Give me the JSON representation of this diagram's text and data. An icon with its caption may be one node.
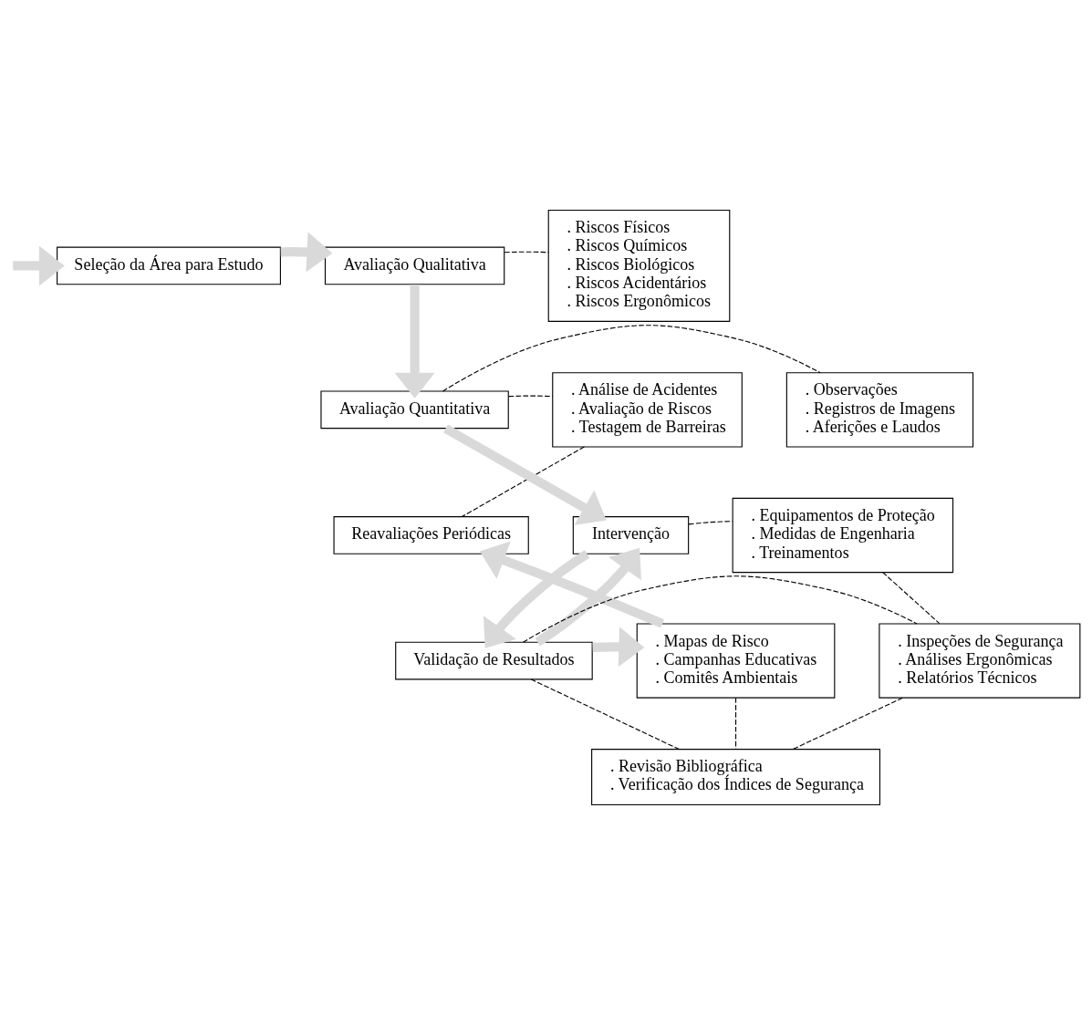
{
  "diagram": {
    "nodes": [
      {
        "text": [
          "Seleção da Área para Estudo"
        ]
      },
      {
        "text": [
          "Avaliação Qualitativa"
        ]
      },
      {
        "text": [
          ". Riscos Físicos",
          ". Riscos Químicos",
          ". Riscos Biológicos",
          ". Riscos Acidentários",
          ". Riscos Ergonômicos"
        ]
      },
      {
        "text": [
          ". Análise de Acidentes",
          ". Avaliação de Riscos",
          ". Testagem de Barreiras"
        ]
      },
      {
        "text": [
          "Avaliação Quantitativa"
        ]
      },
      {
        "text": [
          ". Observações",
          ". Registros de Imagens",
          ". Aferições e Laudos"
        ]
      },
      {
        "text": [
          "Intervenção"
        ]
      },
      {
        "text": [
          "Reavaliações Periódicas"
        ]
      },
      {
        "text": [
          ". Equipamentos de Proteção",
          ". Medidas de Engenharia",
          ". Treinamentos"
        ]
      },
      {
        "text": [
          ". Mapas de Risco",
          ". Campanhas Educativas",
          ". Comitês Ambientais"
        ]
      },
      {
        "text": [
          "Validação de Resultados"
        ]
      },
      {
        "text": [
          ". Inspeções de Segurança",
          ". Análises Ergonômicas",
          ". Relatórios Técnicos"
        ]
      },
      {
        "text": [
          ". Revisão Bibliográfica",
          ". Verificação dos Índices de Segurança"
        ]
      }
    ],
    "edges": [
      {
        "from": null,
        "to": 0,
        "arrow": "to",
        "style": "thick",
        "color": "#d9d9d9"
      },
      {
        "from": 0,
        "to": 1,
        "arrow": "to",
        "style": "thick",
        "color": "#d9d9d9"
      },
      {
        "from": 1,
        "to": 2,
        "arrow": "none",
        "style": "dashed"
      },
      {
        "from": 1,
        "to": 4,
        "arrow": "to",
        "style": "thick",
        "color": "#d9d9d9"
      },
      {
        "from": 4,
        "to": 3,
        "arrow": "none",
        "style": "dashed"
      },
      {
        "from": 4,
        "to": 5,
        "arrow": "none",
        "style": "dashed"
      },
      {
        "from": 4,
        "to": 6,
        "arrow": "to",
        "style": "thick",
        "color": "#d9d9d9"
      },
      {
        "from": 3,
        "to": 7,
        "arrow": "none",
        "style": "dashed"
      },
      {
        "from": 6,
        "to": 8,
        "arrow": "none",
        "style": "dashed"
      },
      {
        "from": 6,
        "to": 10,
        "arrow": "to",
        "style": "thick",
        "color": "#d9d9d9"
      },
      {
        "from": 10,
        "to": 6,
        "arrow": "to",
        "style": "thick",
        "color": "#d9d9d9"
      },
      {
        "from": 8,
        "to": 11,
        "arrow": "none",
        "style": "dashed"
      },
      {
        "from": 10,
        "to": 11,
        "arrow": "none",
        "style": "dashed"
      },
      {
        "from": 10,
        "to": 9,
        "arrow": "to",
        "style": "thick",
        "color": "#d9d9d9"
      },
      {
        "from": 9,
        "to": 7,
        "arrow": "to",
        "style": "thick",
        "color": "#d9d9d9"
      },
      {
        "from": 9,
        "to": 12,
        "arrow": "none",
        "style": "dashed"
      },
      {
        "from": 10,
        "to": 12,
        "arrow": "none",
        "style": "dashed"
      },
      {
        "from": 11,
        "to": 12,
        "arrow": "none",
        "style": "dashed"
      }
    ]
  }
}
